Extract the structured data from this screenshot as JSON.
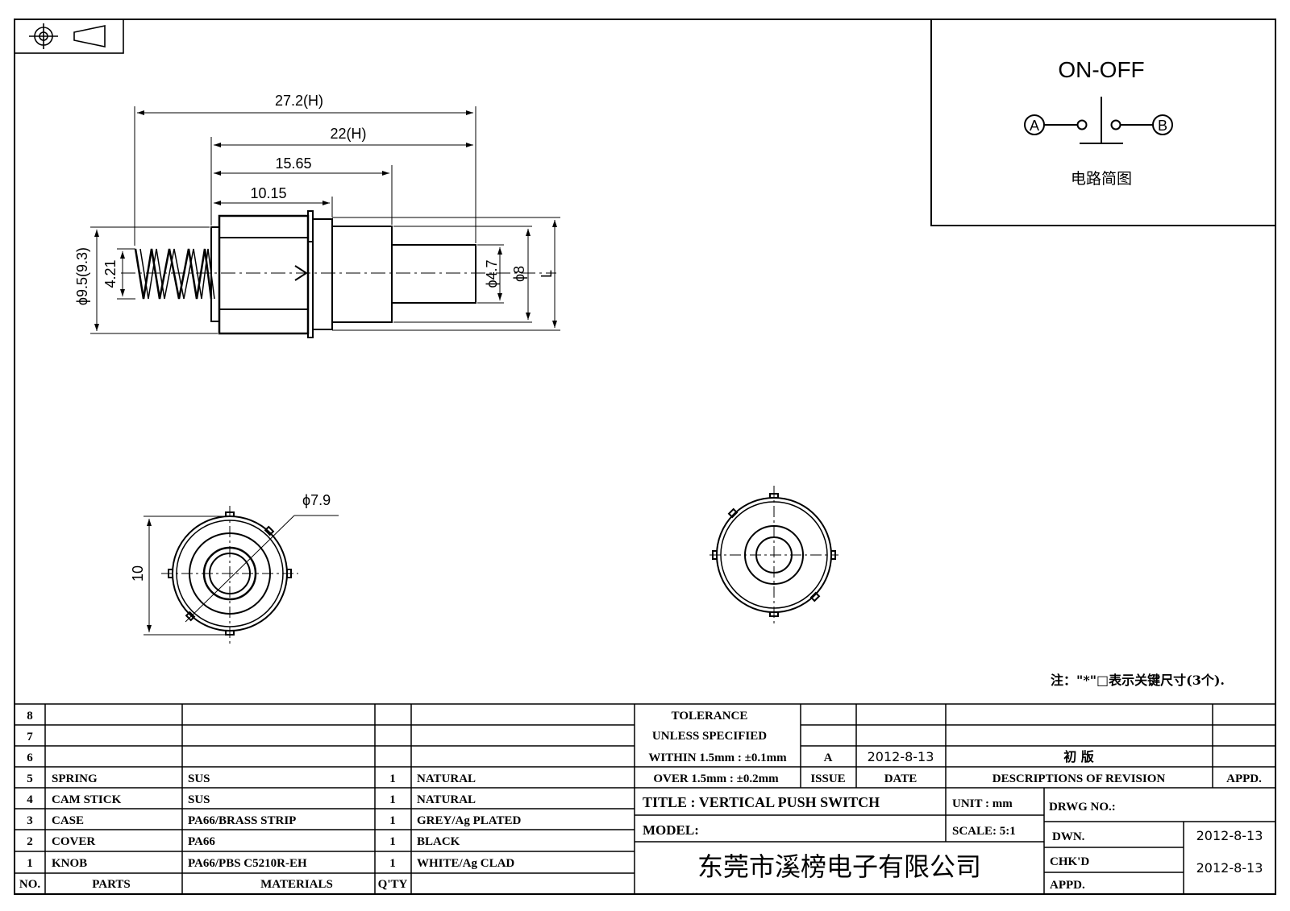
{
  "drawing": {
    "dimensions": {
      "overall_length": "27.2(H)",
      "body_length": "22(H)",
      "length_15": "15.65",
      "length_10": "10.15",
      "spring_diameter": "ϕ9.5(9.3)",
      "spring_inner": "4.21",
      "stem_diameter": "ϕ4.7",
      "body_diameter": "ϕ8",
      "length_letter": "L",
      "front_diameter": "ϕ7.9",
      "front_height": "10"
    },
    "circuit": {
      "title": "ON-OFF",
      "terminal_a": "A",
      "terminal_b": "B",
      "caption": "电路简图"
    },
    "note": "注：\"*\"□表示关键尺寸(3个)."
  },
  "parts_table": {
    "header": {
      "no": "NO.",
      "parts": "PARTS",
      "materials": "MATERIALS",
      "qty": "Q'TY"
    },
    "rows": [
      {
        "no": "8",
        "part": "",
        "material": "",
        "qty": "",
        "finish": ""
      },
      {
        "no": "7",
        "part": "",
        "material": "",
        "qty": "",
        "finish": ""
      },
      {
        "no": "6",
        "part": "",
        "material": "",
        "qty": "",
        "finish": ""
      },
      {
        "no": "5",
        "part": "SPRING",
        "material": "SUS",
        "qty": "1",
        "finish": "NATURAL"
      },
      {
        "no": "4",
        "part": "CAM STICK",
        "material": "SUS",
        "qty": "1",
        "finish": "NATURAL"
      },
      {
        "no": "3",
        "part": "CASE",
        "material": "PA66/BRASS STRIP",
        "qty": "1",
        "finish": "GREY/Ag PLATED"
      },
      {
        "no": "2",
        "part": "COVER",
        "material": "PA66",
        "qty": "1",
        "finish": "BLACK"
      },
      {
        "no": "1",
        "part": "KNOB",
        "material": "PA66/PBS C5210R-EH",
        "qty": "1",
        "finish": "WHITE/Ag CLAD"
      }
    ]
  },
  "tolerance": {
    "line1": "TOLERANCE",
    "line2": "UNLESS  SPECIFIED",
    "line3": "WITHIN 1.5mm : ±0.1mm",
    "line4": "OVER 1.5mm : ±0.2mm"
  },
  "revision": {
    "issue": "A",
    "date": "2012-8-13",
    "description": "初  版",
    "issue_label": "ISSUE",
    "date_label": "DATE",
    "desc_label": "DESCRIPTIONS OF REVISION",
    "appd_label": "APPD."
  },
  "title_block": {
    "title": "TITLE :  VERTICAL PUSH SWITCH",
    "unit": "UNIT :  mm",
    "drwg_no": "DRWG NO.:",
    "model": "MODEL:",
    "scale": "SCALE:  5:1",
    "dwn_label": "DWN.",
    "dwn_date": "2012-8-13",
    "chkd_label": "CHK'D",
    "chkd_date": "2012-8-13",
    "appd_label": "APPD.",
    "company": "东莞市溪榜电子有限公司"
  }
}
